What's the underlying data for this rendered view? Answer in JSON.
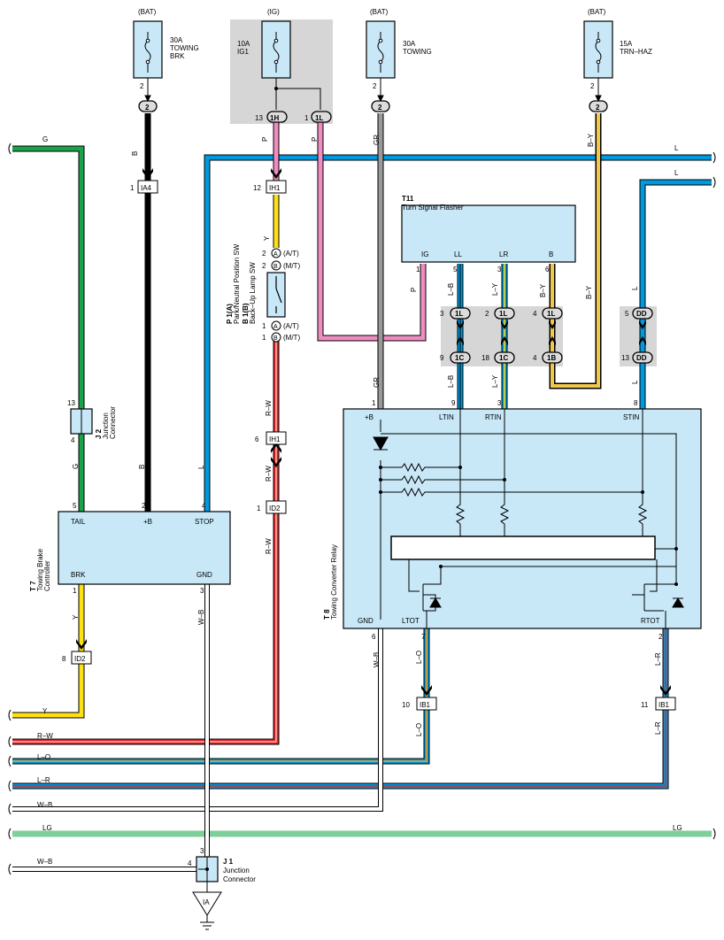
{
  "labels": [
    {
      "id": "bat1",
      "text": "(BAT)"
    },
    {
      "id": "ig",
      "text": "(IG)"
    },
    {
      "id": "bat2",
      "text": "(BAT)"
    },
    {
      "id": "bat3",
      "text": "(BAT)"
    },
    {
      "id": "f1a",
      "text": "30A"
    },
    {
      "id": "f1b",
      "text": "TOWING"
    },
    {
      "id": "f1c",
      "text": "BRK"
    },
    {
      "id": "f2a",
      "text": "10A"
    },
    {
      "id": "f2b",
      "text": "IG1"
    },
    {
      "id": "f3a",
      "text": "30A"
    },
    {
      "id": "f3b",
      "text": "TOWING"
    },
    {
      "id": "f4a",
      "text": "15A"
    },
    {
      "id": "f4b",
      "text": "TRN–HAZ"
    },
    {
      "id": "n2a",
      "text": "2"
    },
    {
      "id": "n2b",
      "text": "2"
    },
    {
      "id": "n2c",
      "text": "2"
    },
    {
      "id": "o2a",
      "text": "2"
    },
    {
      "id": "o2b",
      "text": "2"
    },
    {
      "id": "o2c",
      "text": "2"
    },
    {
      "id": "o1h",
      "text": "1H"
    },
    {
      "id": "o1l",
      "text": "1L"
    },
    {
      "id": "n13",
      "text": "13"
    },
    {
      "id": "n1a",
      "text": "1"
    },
    {
      "id": "wg",
      "text": "G"
    },
    {
      "id": "wb",
      "text": "B"
    },
    {
      "id": "wp1",
      "text": "P"
    },
    {
      "id": "wp2",
      "text": "P"
    },
    {
      "id": "wgr",
      "text": "GR"
    },
    {
      "id": "wby",
      "text": "B–Y"
    },
    {
      "id": "wl1",
      "text": "L"
    },
    {
      "id": "wl2",
      "text": "L"
    },
    {
      "id": "cia4n",
      "text": "1"
    },
    {
      "id": "cia4",
      "text": "IA4"
    },
    {
      "id": "cih1n",
      "text": "12"
    },
    {
      "id": "cih1",
      "text": "IH1"
    },
    {
      "id": "t11",
      "text": "T11"
    },
    {
      "id": "t11d",
      "text": "Turn Signal Flasher"
    },
    {
      "id": "pig",
      "text": "IG"
    },
    {
      "id": "pll",
      "text": "LL"
    },
    {
      "id": "plr",
      "text": "LR"
    },
    {
      "id": "pb",
      "text": "B"
    },
    {
      "id": "wy1",
      "text": "Y"
    },
    {
      "id": "swa1",
      "text": "2"
    },
    {
      "id": "swa1c",
      "text": "A"
    },
    {
      "id": "swa1t",
      "text": "(A/T)"
    },
    {
      "id": "swb1",
      "text": "2"
    },
    {
      "id": "swb1c",
      "text": "B"
    },
    {
      "id": "swb1t",
      "text": "(M/T)"
    },
    {
      "id": "swa2",
      "text": "1"
    },
    {
      "id": "swa2c",
      "text": "A"
    },
    {
      "id": "swa2t",
      "text": "(A/T)"
    },
    {
      "id": "swb2",
      "text": "1"
    },
    {
      "id": "swb2c",
      "text": "B"
    },
    {
      "id": "swb2t",
      "text": "(M/T)"
    },
    {
      "id": "p1",
      "text": "P 1(A)"
    },
    {
      "id": "p1d",
      "text": "Park/Neutral Position SW"
    },
    {
      "id": "b1",
      "text": "B 1(B)"
    },
    {
      "id": "b1d",
      "text": "Back–Up Lamp SW"
    },
    {
      "id": "fp1",
      "text": "1"
    },
    {
      "id": "fp5",
      "text": "5"
    },
    {
      "id": "fp3",
      "text": "3"
    },
    {
      "id": "fp6",
      "text": "6"
    },
    {
      "id": "wp3",
      "text": "P"
    },
    {
      "id": "wlb1",
      "text": "L–B"
    },
    {
      "id": "wly1",
      "text": "L–Y"
    },
    {
      "id": "wby2",
      "text": "B–Y"
    },
    {
      "id": "wby3",
      "text": "B–Y"
    },
    {
      "id": "wl3",
      "text": "L"
    },
    {
      "id": "j3",
      "text": "3"
    },
    {
      "id": "j3c",
      "text": "1L"
    },
    {
      "id": "j2",
      "text": "2"
    },
    {
      "id": "j2c",
      "text": "1L"
    },
    {
      "id": "j4",
      "text": "4"
    },
    {
      "id": "j4c",
      "text": "1L"
    },
    {
      "id": "j5",
      "text": "5"
    },
    {
      "id": "j5c",
      "text": "DD"
    },
    {
      "id": "j9",
      "text": "9"
    },
    {
      "id": "j9c",
      "text": "1C"
    },
    {
      "id": "j18",
      "text": "18"
    },
    {
      "id": "j18c",
      "text": "1C"
    },
    {
      "id": "j4b",
      "text": "4"
    },
    {
      "id": "j4bc",
      "text": "1B"
    },
    {
      "id": "j13",
      "text": "13"
    },
    {
      "id": "j13c",
      "text": "DD"
    },
    {
      "id": "wgr2",
      "text": "GR"
    },
    {
      "id": "wlb2",
      "text": "L–B"
    },
    {
      "id": "wly2",
      "text": "L–Y"
    },
    {
      "id": "wl4",
      "text": "L"
    },
    {
      "id": "t8p1",
      "text": "1"
    },
    {
      "id": "t8p9",
      "text": "9"
    },
    {
      "id": "t8p3",
      "text": "3"
    },
    {
      "id": "t8p8",
      "text": "8"
    },
    {
      "id": "t8b",
      "text": "+B"
    },
    {
      "id": "t8lt",
      "text": "LTIN"
    },
    {
      "id": "t8rt",
      "text": "RTIN"
    },
    {
      "id": "t8st",
      "text": "STIN"
    },
    {
      "id": "j2n13",
      "text": "13"
    },
    {
      "id": "j2n4",
      "text": "4"
    },
    {
      "id": "j2l",
      "text": "J 2"
    },
    {
      "id": "j2d",
      "text": "Junction"
    },
    {
      "id": "j2d2",
      "text": "Connector"
    },
    {
      "id": "wg2",
      "text": "G"
    },
    {
      "id": "wb2",
      "text": "B"
    },
    {
      "id": "wl5",
      "text": "L"
    },
    {
      "id": "wrw1",
      "text": "R–W"
    },
    {
      "id": "cih1bn",
      "text": "6"
    },
    {
      "id": "cih1b",
      "text": "IH1"
    },
    {
      "id": "wrw2",
      "text": "R–W"
    },
    {
      "id": "cid2n",
      "text": "1"
    },
    {
      "id": "cid2",
      "text": "ID2"
    },
    {
      "id": "wrw3",
      "text": "R–W"
    },
    {
      "id": "t7p5",
      "text": "5"
    },
    {
      "id": "t7p2",
      "text": "2"
    },
    {
      "id": "t7p4",
      "text": "4"
    },
    {
      "id": "t7tail",
      "text": "TAIL"
    },
    {
      "id": "t7b",
      "text": "+B"
    },
    {
      "id": "t7stop",
      "text": "STOP"
    },
    {
      "id": "t7brk",
      "text": "BRK"
    },
    {
      "id": "t7gnd",
      "text": "GND"
    },
    {
      "id": "t7",
      "text": "T 7"
    },
    {
      "id": "t7d",
      "text": "Towing Brake"
    },
    {
      "id": "t7d2",
      "text": "Controller"
    },
    {
      "id": "t7p1",
      "text": "1"
    },
    {
      "id": "t7p3",
      "text": "3"
    },
    {
      "id": "wy2",
      "text": "Y"
    },
    {
      "id": "wwb1",
      "text": "W–B"
    },
    {
      "id": "t8",
      "text": "T 8"
    },
    {
      "id": "t8d",
      "text": "Towing Converter Relay"
    },
    {
      "id": "t8gnd",
      "text": "GND"
    },
    {
      "id": "t8ltot",
      "text": "LTOT"
    },
    {
      "id": "t8rtot",
      "text": "RTOT"
    },
    {
      "id": "t8p6",
      "text": "6"
    },
    {
      "id": "t8p7",
      "text": "7"
    },
    {
      "id": "t8p2",
      "text": "2"
    },
    {
      "id": "wwb2",
      "text": "W–B"
    },
    {
      "id": "wlo1",
      "text": "L–O"
    },
    {
      "id": "wlr1",
      "text": "L–R"
    },
    {
      "id": "cid2bn",
      "text": "8"
    },
    {
      "id": "cid2b",
      "text": "ID2"
    },
    {
      "id": "cib1n",
      "text": "10"
    },
    {
      "id": "cib1",
      "text": "IB1"
    },
    {
      "id": "cib1bn",
      "text": "11"
    },
    {
      "id": "cib1b",
      "text": "IB1"
    },
    {
      "id": "wlo2",
      "text": "L–O"
    },
    {
      "id": "wlr2",
      "text": "L–R"
    },
    {
      "id": "ey",
      "text": "Y"
    },
    {
      "id": "erw",
      "text": "R–W"
    },
    {
      "id": "elo",
      "text": "L–O"
    },
    {
      "id": "elr",
      "text": "L–R"
    },
    {
      "id": "ewb",
      "text": "W–B"
    },
    {
      "id": "elg",
      "text": "LG"
    },
    {
      "id": "elg2",
      "text": "LG"
    },
    {
      "id": "ewb2",
      "text": "W–B"
    },
    {
      "id": "j1n3",
      "text": "3"
    },
    {
      "id": "j1n4",
      "text": "4"
    },
    {
      "id": "j1",
      "text": "J 1"
    },
    {
      "id": "j1d",
      "text": "Junction"
    },
    {
      "id": "j1d2",
      "text": "Connector"
    },
    {
      "id": "gia",
      "text": "IA"
    },
    {
      "id": "el1",
      "text": "L"
    },
    {
      "id": "el2",
      "text": "L"
    }
  ]
}
